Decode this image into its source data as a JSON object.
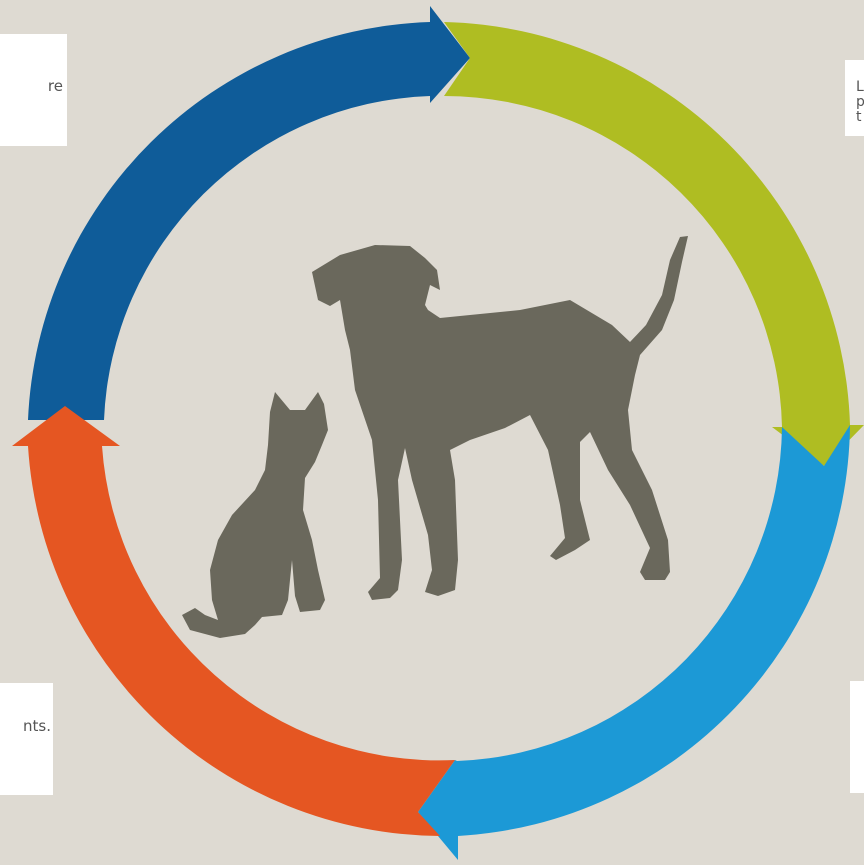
{
  "notes": {
    "top_left": "re",
    "top_right": [
      "L",
      "p",
      "t"
    ],
    "bottom_left": "nts.",
    "bottom_right": ""
  },
  "colors": {
    "background": "#dedad2",
    "blue_dark": "#0f5c99",
    "green": "#afbd22",
    "blue_light": "#1c99d6",
    "orange": "#e55622",
    "silhouette": "#6a685c"
  },
  "icons": [
    "cat-silhouette-icon",
    "dog-silhouette-icon"
  ]
}
